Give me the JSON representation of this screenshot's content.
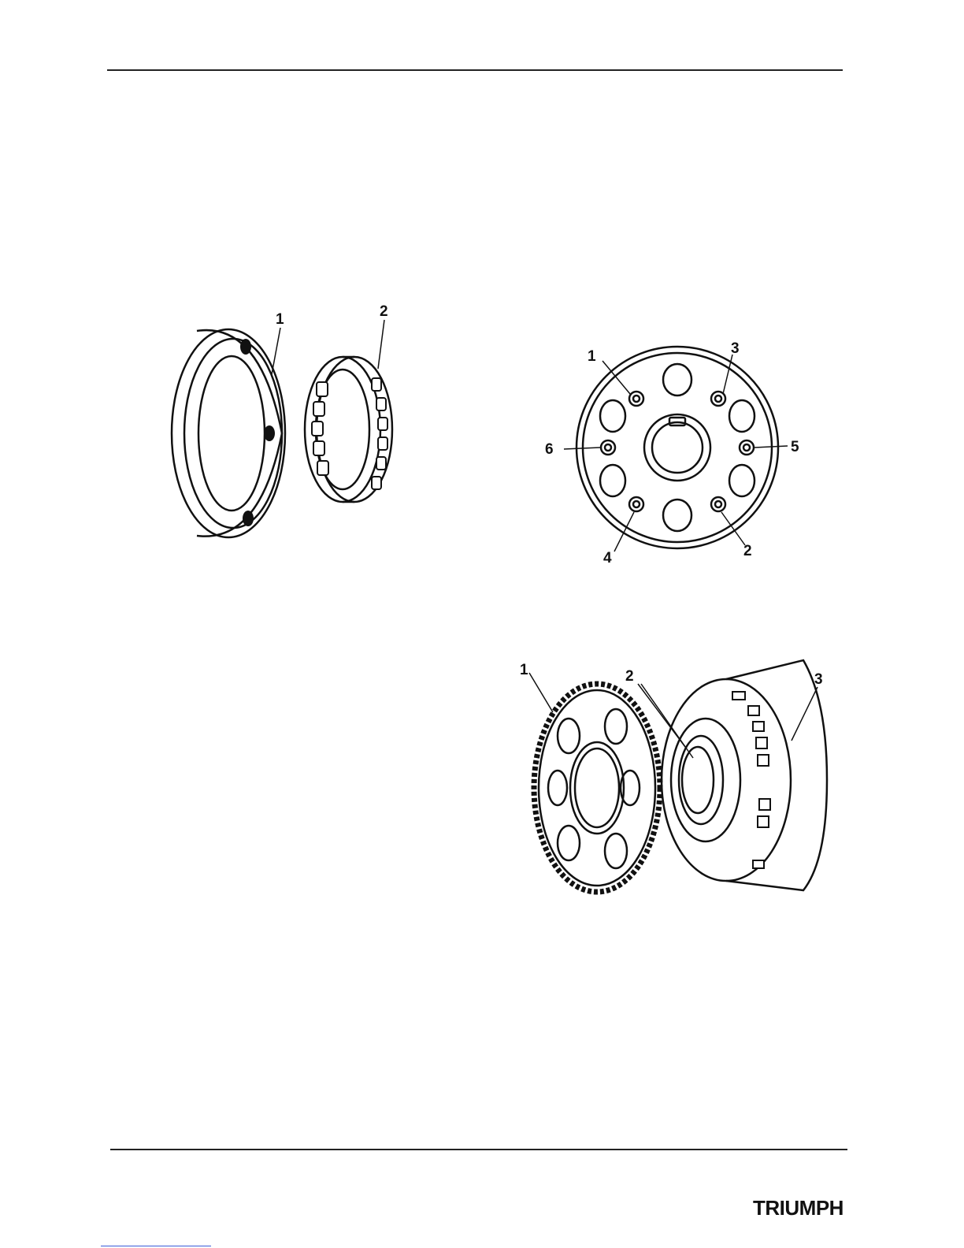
{
  "figure1": {
    "labels": [
      "1",
      "2"
    ]
  },
  "figure2": {
    "labels": [
      "1",
      "3",
      "6",
      "5",
      "4",
      "2"
    ]
  },
  "figure3": {
    "labels": [
      "1",
      "2",
      "3"
    ]
  },
  "footer": {
    "brand": "TRIUMPH"
  },
  "colors": {
    "ink": "#111111",
    "rule": "#222222",
    "link": "#3a5bd9"
  }
}
